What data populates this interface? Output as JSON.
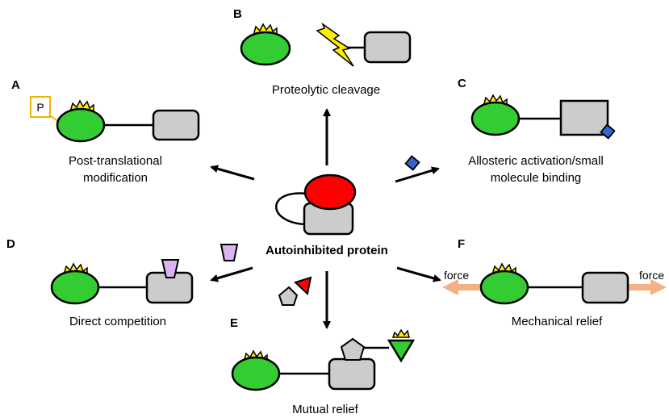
{
  "panels": {
    "a": {
      "letter": "A",
      "caption_line1": "Post-translational",
      "caption_line2": "modification",
      "phospho_label": "P"
    },
    "b": {
      "letter": "B",
      "caption": "Proteolytic cleavage"
    },
    "c": {
      "letter": "C",
      "caption_line1": "Allosteric activation/small",
      "caption_line2": "molecule binding"
    },
    "d": {
      "letter": "D",
      "caption": "Direct competition"
    },
    "e": {
      "letter": "E",
      "caption": "Mutual relief"
    },
    "f": {
      "letter": "F",
      "caption": "Mechanical relief",
      "force_left": "force",
      "force_right": "force"
    }
  },
  "center": {
    "caption": "Autoinhibited protein"
  },
  "colors": {
    "active_domain": "#33cc33",
    "inhibited_domain": "#ff0000",
    "partner_domain": "#cccccc",
    "activity_spark": "#ffee00",
    "phospho_box": "#f0b400",
    "small_molecule": "#3366cc",
    "competitor": "#d9b3f2",
    "force_arrow": "#f4b183"
  }
}
